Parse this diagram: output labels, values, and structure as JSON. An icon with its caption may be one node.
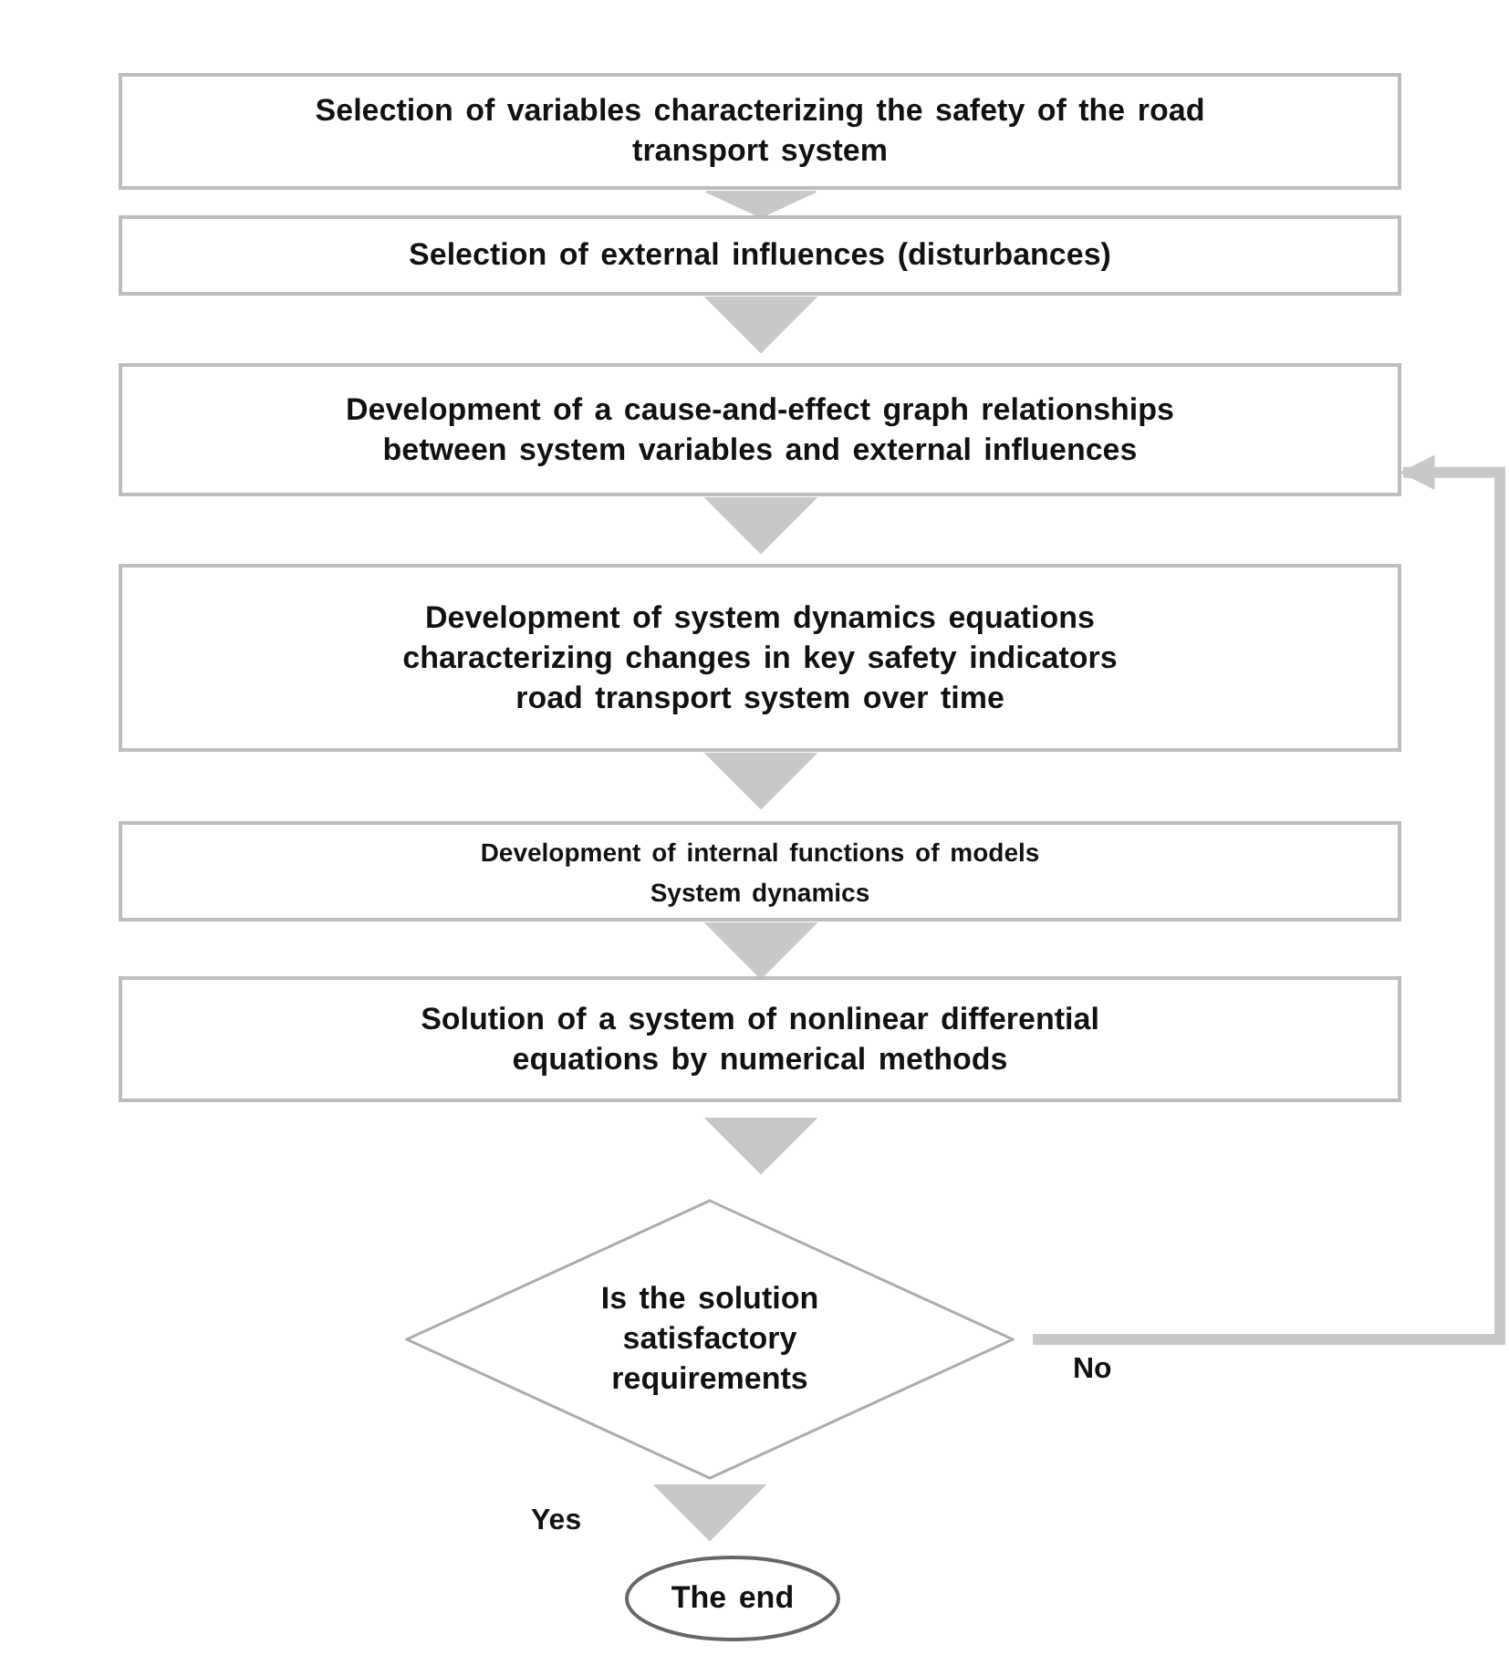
{
  "diagram": {
    "nodes": [
      {
        "text": [
          "Selection of variables characterizing the safety of the road transport system"
        ]
      },
      {
        "text": [
          "Selection of external influences (disturbances)"
        ]
      },
      {
        "text": [
          "Development of a cause-and-effect graph relationships between system variables and external influences"
        ]
      },
      {
        "text": [
          "Development of system dynamics equations characterizing changes in key safety indicators road transport system over time"
        ]
      },
      {
        "text": [
          "Development of internal functions of models System dynamics"
        ]
      },
      {
        "text": [
          "Solution of a system of nonlinear differential equations by numerical methods"
        ]
      },
      {
        "text": [
          "Is the solution satisfactory requirements"
        ]
      },
      {
        "text": [
          "The end"
        ]
      }
    ],
    "edges": [
      {
        "from": 0,
        "to": 1,
        "arrow": "to"
      },
      {
        "from": 1,
        "to": 2,
        "arrow": "to"
      },
      {
        "from": 2,
        "to": 3,
        "arrow": "to"
      },
      {
        "from": 3,
        "to": 4,
        "arrow": "to"
      },
      {
        "from": 4,
        "to": 5,
        "arrow": "to"
      },
      {
        "from": 5,
        "to": 6,
        "arrow": "to"
      },
      {
        "from": 6,
        "to": 7,
        "arrow": "to",
        "label": "Yes"
      },
      {
        "from": 6,
        "to": 2,
        "arrow": "to",
        "label": "No"
      }
    ]
  }
}
